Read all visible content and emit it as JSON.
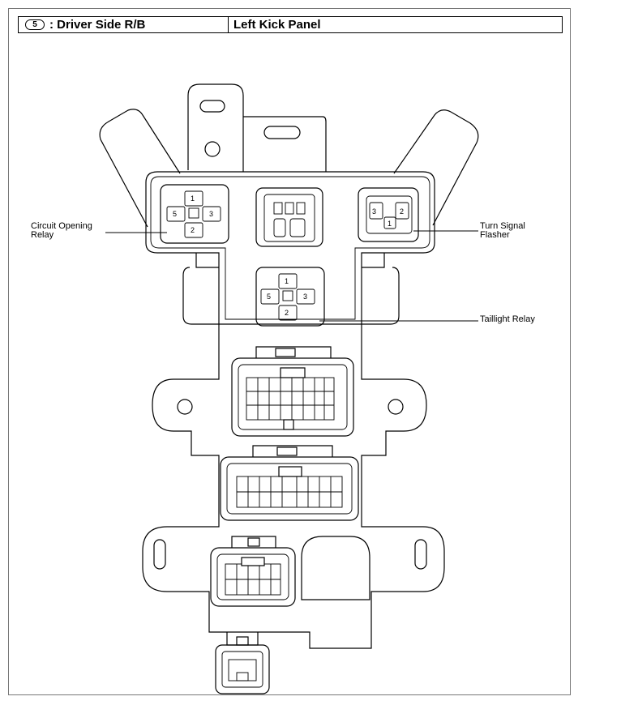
{
  "header": {
    "badge": "5",
    "location_code_title": ": Driver Side R/B",
    "location_title": "Left Kick Panel"
  },
  "callouts": {
    "circuit_opening_relay": "Circuit Opening\nRelay",
    "turn_signal_flasher": "Turn Signal\nFlasher",
    "taillight_relay": "Taillight Relay"
  },
  "relay_pins": {
    "circuit_opening_relay": [
      "1",
      "5",
      "3",
      "2"
    ],
    "turn_signal_flasher": [
      "3",
      "2",
      "1"
    ],
    "taillight_relay": [
      "1",
      "5",
      "3",
      "2"
    ]
  }
}
